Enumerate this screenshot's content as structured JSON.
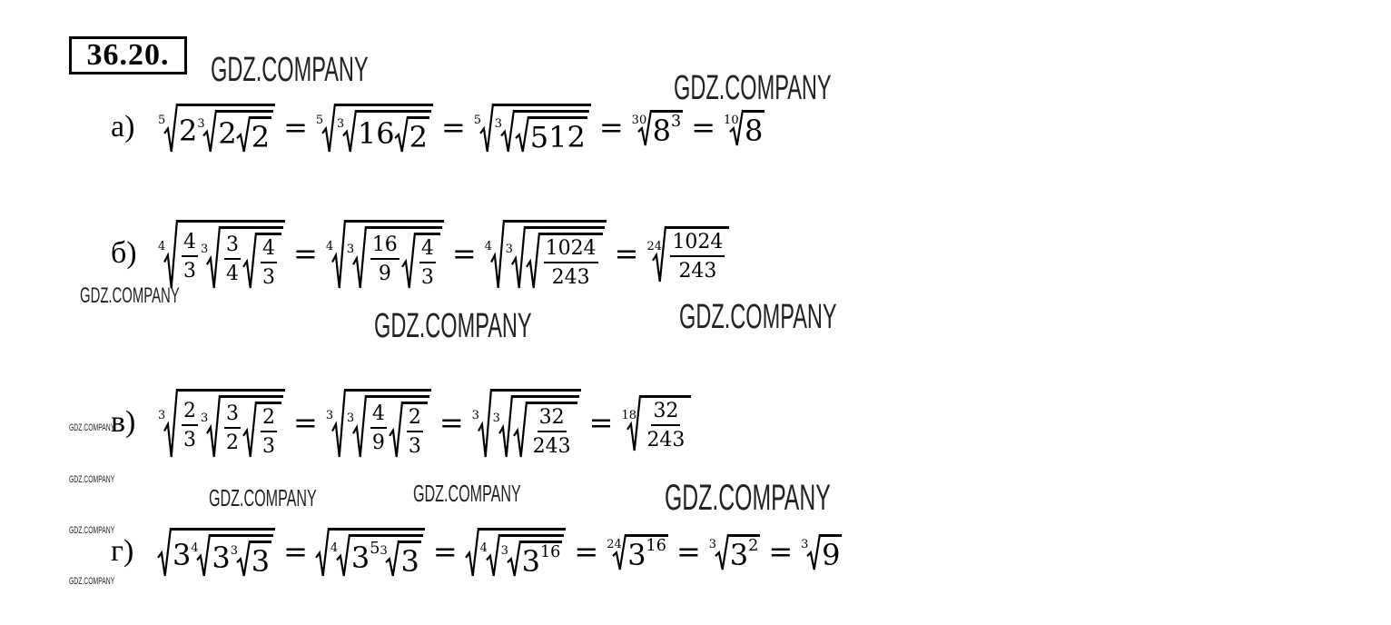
{
  "title": "36.20.",
  "rows": [
    {
      "label": "а)",
      "size": "big",
      "terms": [
        {
          "r": "5",
          "b": [
            "2",
            {
              "r": "3",
              "b": [
                "2",
                {
                  "r": "",
                  "b": [
                    "2"
                  ]
                }
              ]
            }
          ]
        },
        "=",
        {
          "r": "5",
          "b": [
            {
              "r": "3",
              "b": [
                "16",
                {
                  "r": "",
                  "b": [
                    "2"
                  ]
                }
              ]
            }
          ]
        },
        "=",
        {
          "r": "5",
          "b": [
            {
              "r": "3",
              "b": [
                {
                  "r": "",
                  "b": [
                    "512"
                  ]
                }
              ]
            }
          ]
        },
        "=",
        {
          "r": "30",
          "b": [
            {
              "p": [
                "8",
                "3"
              ]
            }
          ]
        },
        "=",
        {
          "r": "10",
          "b": [
            "8"
          ]
        }
      ]
    },
    {
      "label": "б)",
      "size": "small",
      "terms": [
        {
          "r": "4",
          "b": [
            {
              "f": [
                "4",
                "3"
              ]
            },
            {
              "r": "3",
              "b": [
                {
                  "f": [
                    "3",
                    "4"
                  ]
                },
                {
                  "r": "",
                  "b": [
                    {
                      "f": [
                        "4",
                        "3"
                      ]
                    }
                  ]
                }
              ]
            }
          ]
        },
        "=",
        {
          "r": "4",
          "b": [
            {
              "r": "3",
              "b": [
                {
                  "f": [
                    "16",
                    "9"
                  ]
                },
                {
                  "r": "",
                  "b": [
                    {
                      "f": [
                        "4",
                        "3"
                      ]
                    }
                  ]
                }
              ]
            }
          ]
        },
        "=",
        {
          "r": "4",
          "b": [
            {
              "r": "3",
              "b": [
                {
                  "r": "",
                  "b": [
                    {
                      "f": [
                        "1024",
                        "243"
                      ]
                    }
                  ]
                }
              ]
            }
          ]
        },
        "=",
        {
          "r": "24",
          "b": [
            {
              "f": [
                "1024",
                "243"
              ]
            }
          ]
        }
      ]
    },
    {
      "label": "в)",
      "size": "small",
      "terms": [
        {
          "r": "3",
          "b": [
            {
              "f": [
                "2",
                "3"
              ]
            },
            {
              "r": "3",
              "b": [
                {
                  "f": [
                    "3",
                    "2"
                  ]
                },
                {
                  "r": "",
                  "b": [
                    {
                      "f": [
                        "2",
                        "3"
                      ]
                    }
                  ]
                }
              ]
            }
          ]
        },
        "=",
        {
          "r": "3",
          "b": [
            {
              "r": "3",
              "b": [
                {
                  "f": [
                    "4",
                    "9"
                  ]
                },
                {
                  "r": "",
                  "b": [
                    {
                      "f": [
                        "2",
                        "3"
                      ]
                    }
                  ]
                }
              ]
            }
          ]
        },
        "=",
        {
          "r": "3",
          "b": [
            {
              "r": "3",
              "b": [
                {
                  "r": "",
                  "b": [
                    {
                      "f": [
                        "32",
                        "243"
                      ]
                    }
                  ]
                }
              ]
            }
          ]
        },
        "=",
        {
          "r": "18",
          "b": [
            {
              "f": [
                "32",
                "243"
              ]
            }
          ]
        }
      ]
    },
    {
      "label": "г)",
      "size": "big",
      "terms": [
        {
          "r": "",
          "b": [
            "3",
            {
              "r": "4",
              "b": [
                "3",
                {
                  "r": "3",
                  "b": [
                    "3"
                  ]
                }
              ]
            }
          ]
        },
        "=",
        {
          "r": "",
          "b": [
            {
              "r": "4",
              "b": [
                {
                  "p": [
                    "3",
                    "5"
                  ]
                },
                {
                  "r": "3",
                  "b": [
                    "3"
                  ]
                }
              ]
            }
          ]
        },
        "=",
        {
          "r": "",
          "b": [
            {
              "r": "4",
              "b": [
                {
                  "r": "3",
                  "b": [
                    {
                      "p": [
                        "3",
                        "16"
                      ]
                    }
                  ]
                }
              ]
            }
          ]
        },
        "=",
        {
          "r": "24",
          "b": [
            {
              "p": [
                "3",
                "16"
              ]
            }
          ]
        },
        "=",
        {
          "r": "3",
          "b": [
            {
              "p": [
                "3",
                "2"
              ]
            }
          ]
        },
        "=",
        {
          "r": "3",
          "b": [
            "9"
          ]
        }
      ]
    }
  ],
  "watermarks": [
    "GDZ.COMPANY",
    "GDZ.COMPANY",
    "GDZ.COMPANY",
    "GDZ.COMPANY",
    "GDZ.COMPANY",
    "GDZ.COMPANY",
    "GDZ.COMPANY",
    "GDZ.COMPANY",
    "GDZ.COMPANY",
    "GDZ.COMPANY",
    "GDZ.COMPANY",
    "GDZ.COMPANY"
  ]
}
